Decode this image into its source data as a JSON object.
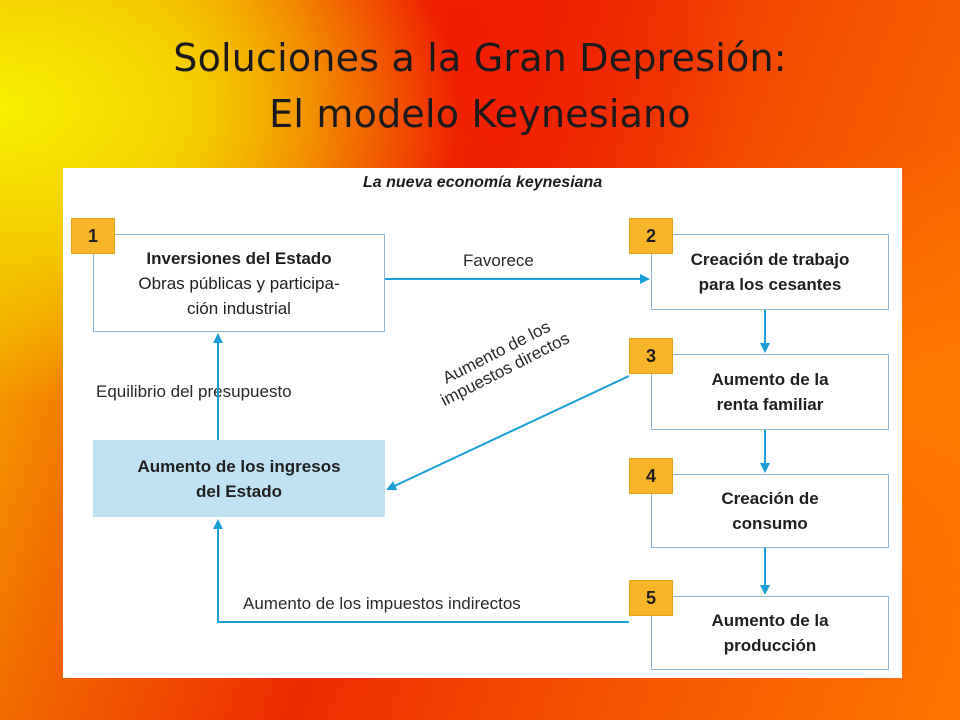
{
  "slide": {
    "title_line1": "Soluciones a la Gran Depresión:",
    "title_line2": "El modelo Keynesiano"
  },
  "diagram": {
    "title": "La nueva economía keynesiana",
    "box1": {
      "number": "1",
      "title": "Inversiones del Estado",
      "sub1": "Obras públicas y participa-",
      "sub2": "ción industrial"
    },
    "box2": {
      "number": "2",
      "line1": "Creación de trabajo",
      "line2": "para los cesantes"
    },
    "box3": {
      "number": "3",
      "line1": "Aumento de la",
      "line2": "renta familiar"
    },
    "box4": {
      "number": "4",
      "line1": "Creación de",
      "line2": "consumo"
    },
    "box5": {
      "number": "5",
      "line1": "Aumento de la",
      "line2": "producción"
    },
    "state_box": {
      "line1": "Aumento de los ingresos",
      "line2": "del Estado"
    },
    "labels": {
      "favorece": "Favorece",
      "equilibrio": "Equilibrio del presupuesto",
      "directos_1": "Aumento de los",
      "directos_2": "impuestos directos",
      "indirectos": "Aumento de los impuestos indirectos"
    },
    "colors": {
      "arrow": "#1a9fd8",
      "number_badge": "#f7b62a",
      "state_box_fill": "#bfe1f2"
    }
  }
}
